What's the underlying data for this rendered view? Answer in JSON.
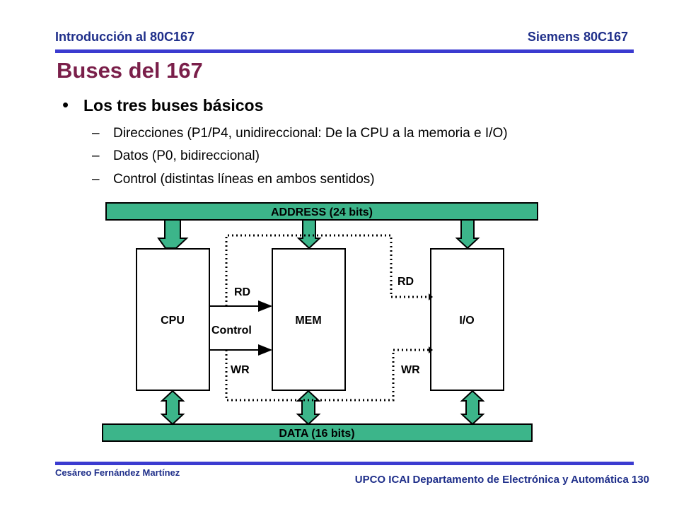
{
  "header": {
    "left": "Introducción al 80C167",
    "right": "Siemens 80C167"
  },
  "title": "Buses del 167",
  "bullet": {
    "symbol": "•",
    "text": "Los tres buses básicos"
  },
  "subitems": [
    {
      "dash": "–",
      "text": "Direcciones (P1/P4, unidireccional: De la CPU a la memoria e I/O)"
    },
    {
      "dash": "–",
      "text": "Datos (P0, bidireccional)"
    },
    {
      "dash": "–",
      "text": "Control (distintas líneas en ambos sentidos)"
    }
  ],
  "diagram": {
    "address_bus": "ADDRESS (24 bits)",
    "data_bus": "DATA (16 bits)",
    "cpu": "CPU",
    "mem": "MEM",
    "io": "I/O",
    "rd_left": "RD",
    "control": "Control",
    "wr_left": "WR",
    "rd_right": "RD",
    "wr_right": "WR",
    "colors": {
      "bus_fill": "#3cb58a",
      "box_fill": "#ffffff",
      "line": "#000000"
    }
  },
  "footer": {
    "author": "Cesáreo Fernández Martínez",
    "institution": "UPCO ICAI Departamento de Electrónica y Automática 130"
  }
}
